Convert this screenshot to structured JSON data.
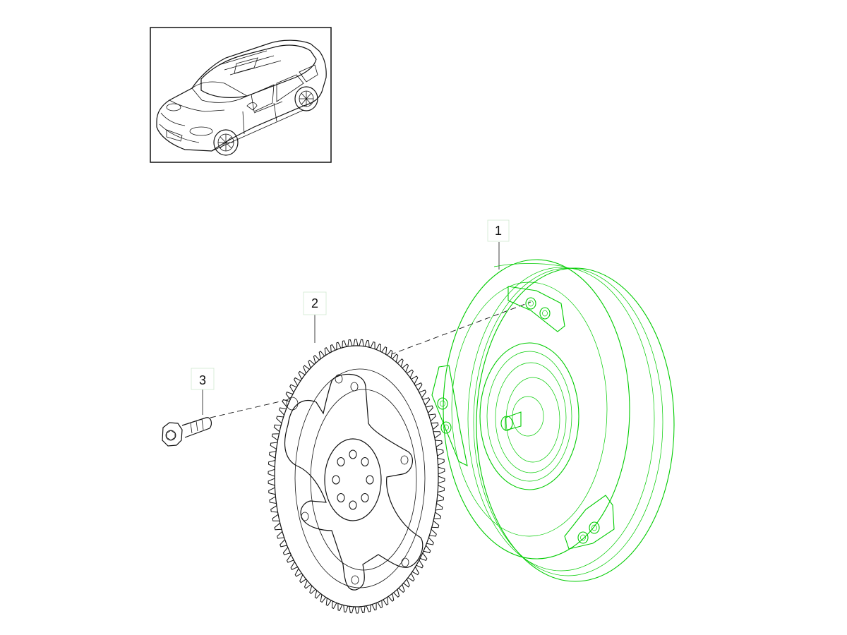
{
  "colors": {
    "highlight": "#00cc00",
    "line": "#111111",
    "background": "#ffffff"
  },
  "thumbnail": {
    "icon": "suv-vehicle-icon"
  },
  "callouts": [
    {
      "number": "1",
      "part_icon": "torque-converter-icon"
    },
    {
      "number": "2",
      "part_icon": "drive-plate-icon"
    },
    {
      "number": "3",
      "part_icon": "bolt-icon"
    }
  ]
}
